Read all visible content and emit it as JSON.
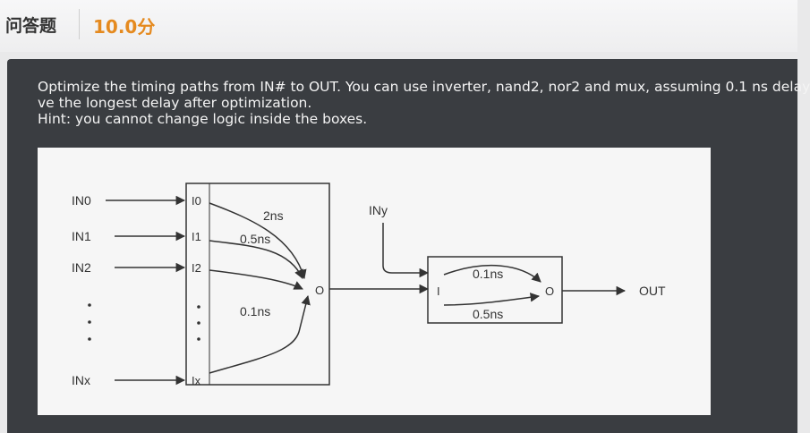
{
  "header": {
    "type_label": "问答题",
    "score": "10.0分"
  },
  "question": {
    "line1": "Optimize the timing paths from IN# to OUT. You can use inverter, nand2, nor2 and mux, assuming 0.1 ns delay",
    "line2": "ve the longest delay after optimization.",
    "hint": "Hint: you cannot change logic inside the boxes."
  },
  "diagram": {
    "inputs": [
      "IN0",
      "IN1",
      "IN2",
      "INx"
    ],
    "ports": [
      "I0",
      "I1",
      "I2",
      "Ix"
    ],
    "delays": {
      "left_top": "2ns",
      "left_mid": "0.5ns",
      "left_bottom": "0.1ns",
      "right_top": "0.1ns",
      "right_bottom": "0.5ns"
    },
    "left_output": "O",
    "right_input": "I",
    "right_output": "O",
    "side_input": "INy",
    "output": "OUT"
  }
}
